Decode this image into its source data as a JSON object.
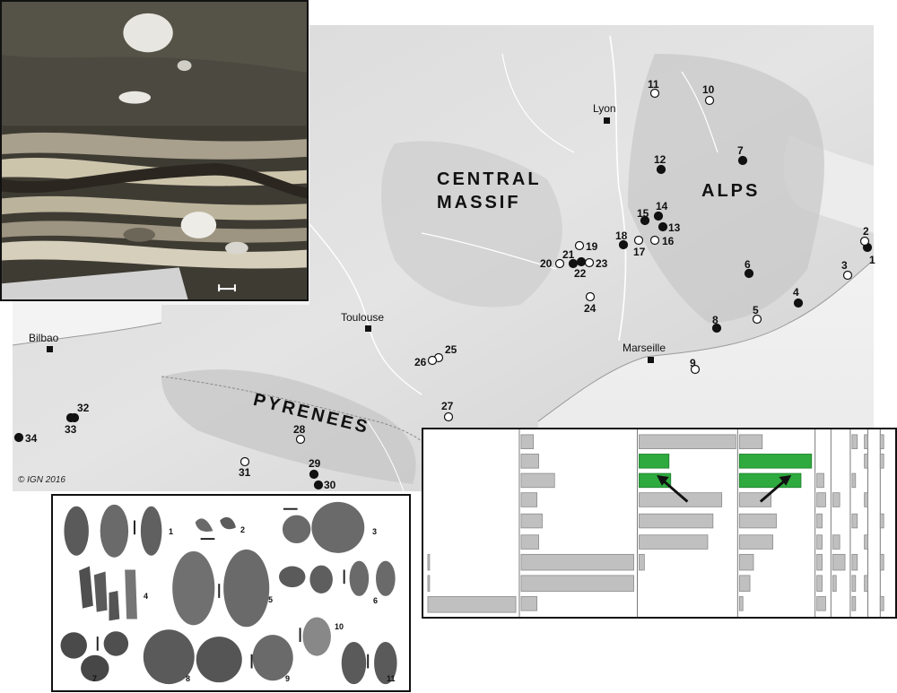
{
  "map": {
    "places": {
      "lyon": "Lyon",
      "toulouse": "Toulouse",
      "bilbao": "Bilbao",
      "marseille": "Marseille"
    },
    "regions": {
      "central_massif_line1": "CENTRAL",
      "central_massif_line2": "MASSIF",
      "alps": "ALPS",
      "pyrenees": "PYRENEES"
    },
    "copyright": "© IGN 2016",
    "sites": [
      {
        "id": "1",
        "filled": true
      },
      {
        "id": "2",
        "filled": false
      },
      {
        "id": "3",
        "filled": false
      },
      {
        "id": "4",
        "filled": true
      },
      {
        "id": "5",
        "filled": false
      },
      {
        "id": "6",
        "filled": true
      },
      {
        "id": "7",
        "filled": true
      },
      {
        "id": "8",
        "filled": true
      },
      {
        "id": "9",
        "filled": false
      },
      {
        "id": "10",
        "filled": false
      },
      {
        "id": "11",
        "filled": false
      },
      {
        "id": "12",
        "filled": true
      },
      {
        "id": "13",
        "filled": true
      },
      {
        "id": "14",
        "filled": true
      },
      {
        "id": "15",
        "filled": true
      },
      {
        "id": "16",
        "filled": false
      },
      {
        "id": "17",
        "filled": false
      },
      {
        "id": "18",
        "filled": true
      },
      {
        "id": "19",
        "filled": false
      },
      {
        "id": "20",
        "filled": false
      },
      {
        "id": "21",
        "filled": true
      },
      {
        "id": "22",
        "filled": true
      },
      {
        "id": "23",
        "filled": false
      },
      {
        "id": "24",
        "filled": false
      },
      {
        "id": "25",
        "filled": false
      },
      {
        "id": "26",
        "filled": false
      },
      {
        "id": "27",
        "filled": false
      },
      {
        "id": "28",
        "filled": false
      },
      {
        "id": "29",
        "filled": true
      },
      {
        "id": "30",
        "filled": true
      },
      {
        "id": "31",
        "filled": false
      },
      {
        "id": "32",
        "filled": true
      },
      {
        "id": "33",
        "filled": true
      },
      {
        "id": "34",
        "filled": true
      }
    ]
  },
  "seeds_panel": {
    "numbers": [
      "1",
      "2",
      "3",
      "4",
      "5",
      "6",
      "7",
      "8",
      "9",
      "10",
      "11"
    ]
  },
  "bar_panel": {
    "highlight_color": "#2eaa3e",
    "bar_color": "#c0c0c0"
  }
}
